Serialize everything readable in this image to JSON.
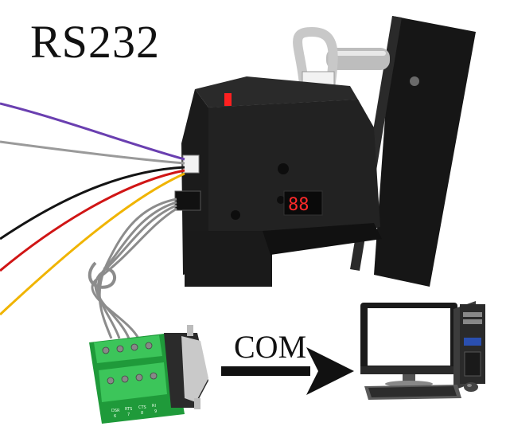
{
  "title": "RS232",
  "connection_label": "COM",
  "display_digits": "88",
  "terminal_labels": [
    "DSR",
    "RTS",
    "CTS",
    "RI"
  ],
  "terminal_numbers": [
    "6",
    "7",
    "8",
    "9"
  ],
  "colors": {
    "wire_purple": "#6a3fb0",
    "wire_gray": "#9a9a9a",
    "wire_black": "#141414",
    "wire_red": "#d01515",
    "wire_yellow": "#f0b400",
    "pcb_green": "#1f9a3a",
    "terminal_green": "#3cc55a",
    "device_black": "#1b1b1b",
    "display_red": "#ff2a2a",
    "monitor_blue": "#2a4fb0"
  }
}
